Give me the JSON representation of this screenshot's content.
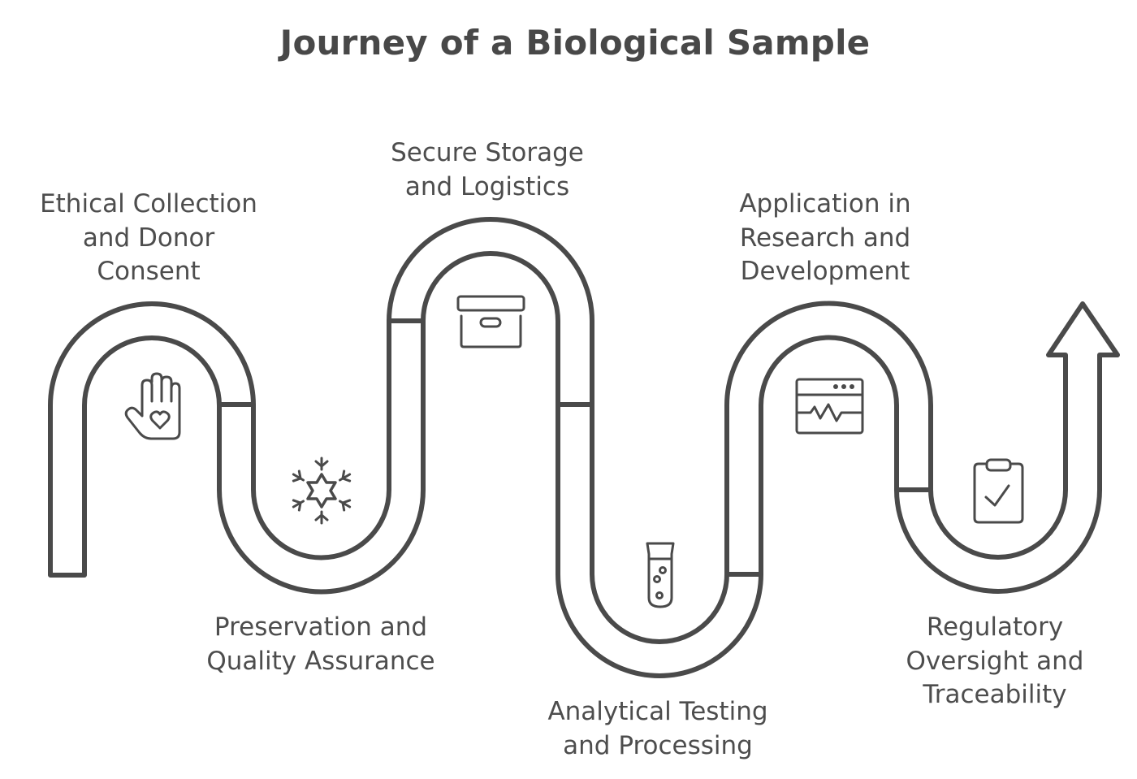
{
  "title": "Journey of a Biological Sample",
  "colors": {
    "stroke": "#4a4a4a",
    "text": "#4d4d4d",
    "background": "#ffffff"
  },
  "steps": [
    {
      "label": "Ethical Collection\nand Donor\nConsent",
      "icon": "hand-heart-icon",
      "position": "above"
    },
    {
      "label": "Preservation and\nQuality Assurance",
      "icon": "snowflake-icon",
      "position": "below"
    },
    {
      "label": "Secure Storage\nand Logistics",
      "icon": "archive-box-icon",
      "position": "above"
    },
    {
      "label": "Analytical Testing\nand Processing",
      "icon": "test-tube-icon",
      "position": "below"
    },
    {
      "label": "Application in\nResearch and\nDevelopment",
      "icon": "monitor-waveform-icon",
      "position": "above"
    },
    {
      "label": "Regulatory\nOversight and\nTraceability",
      "icon": "clipboard-check-icon",
      "position": "below"
    }
  ],
  "end_marker": "arrow-up-icon"
}
